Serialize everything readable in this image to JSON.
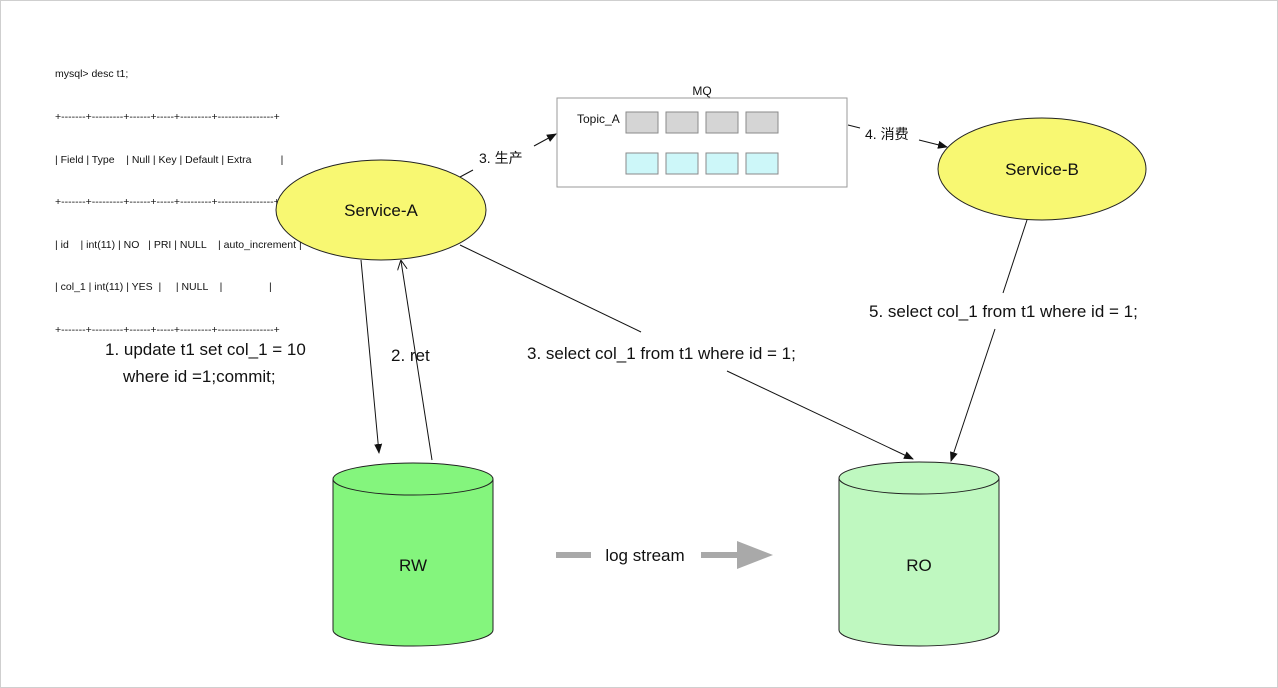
{
  "sql_desc": {
    "command": "mysql> desc t1;",
    "lines": [
      "+-------+---------+------+-----+---------+----------------+",
      "| Field | Type    | Null | Key | Default | Extra          |",
      "+-------+---------+------+-----+---------+----------------+",
      "| id    | int(11) | NO   | PRI | NULL    | auto_increment |",
      "| col_1 | int(11) | YES  |     | NULL    |                |",
      "+-------+---------+------+-----+---------+----------------+"
    ]
  },
  "nodes": {
    "service_a": "Service-A",
    "service_b": "Service-B",
    "rw": "RW",
    "ro": "RO",
    "mq_title": "MQ",
    "mq_topic": "Topic_A"
  },
  "edges": {
    "produce": "3. 生产",
    "consume": "4. 消费",
    "update_line1": "1. update t1 set col_1 = 10",
    "update_line2": "where id =1;commit;",
    "ret": "2. ret",
    "select_a": "3. select col_1 from t1 where id = 1;",
    "select_b": "5. select col_1 from t1 where id = 1;",
    "log_stream": "log stream"
  },
  "colors": {
    "service_fill": "#f8f872",
    "rw_fill": "#84f57d",
    "ro_fill": "#bff8c0",
    "queue_gray": "#d5d5d5",
    "queue_cyan": "#cdf7f9",
    "log_arrow": "#a9a9a9"
  }
}
